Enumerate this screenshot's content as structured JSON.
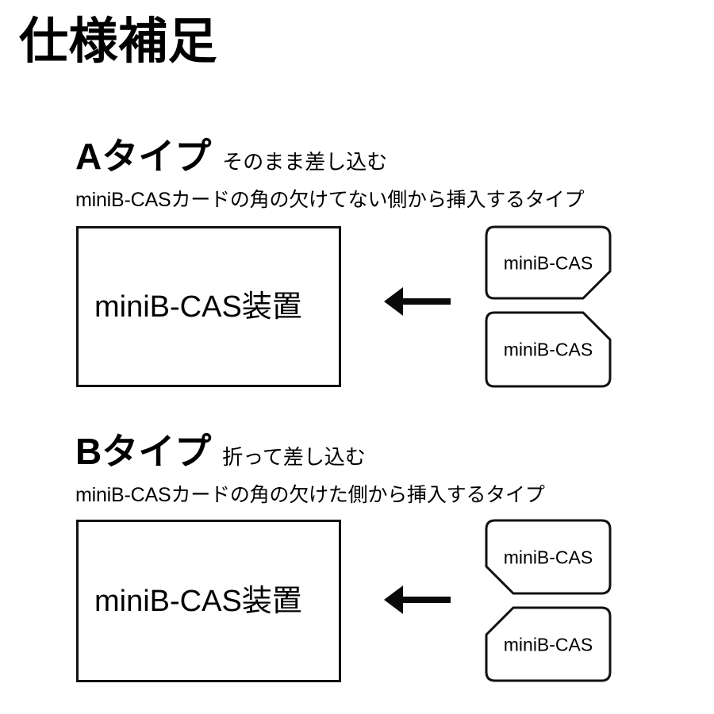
{
  "page": {
    "title": "仕様補足",
    "background": "#ffffff",
    "ink": "#000000"
  },
  "sections": [
    {
      "id": "type-a",
      "heading_main": "Aタイプ",
      "heading_sub": "そのまま差し込む",
      "description": "miniB-CASカードの角の欠けてない側から挿入するタイプ",
      "device": {
        "label": "miniB-CAS装置"
      },
      "arrow": {
        "direction": "left",
        "name": "insert-arrow"
      },
      "cards": [
        {
          "label": "miniB-CAS",
          "notch": "bottom-right"
        },
        {
          "label": "miniB-CAS",
          "notch": "top-right"
        }
      ]
    },
    {
      "id": "type-b",
      "heading_main": "Bタイプ",
      "heading_sub": "折って差し込む",
      "description": "miniB-CASカードの角の欠けた側から挿入するタイプ",
      "device": {
        "label": "miniB-CAS装置"
      },
      "arrow": {
        "direction": "left",
        "name": "insert-arrow"
      },
      "cards": [
        {
          "label": "miniB-CAS",
          "notch": "bottom-left"
        },
        {
          "label": "miniB-CAS",
          "notch": "top-left"
        }
      ]
    }
  ]
}
